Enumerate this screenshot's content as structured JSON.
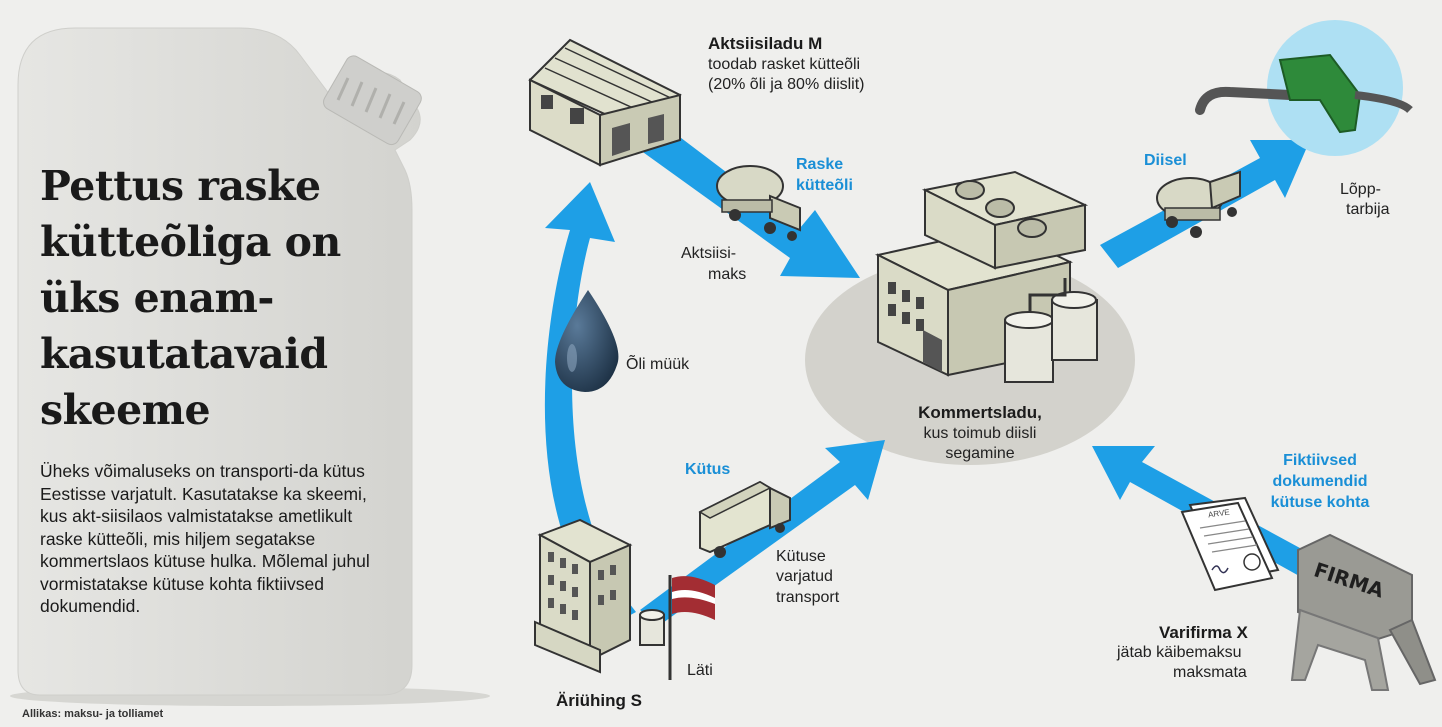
{
  "headline": "Pettus raske kütteõliga on üks enam-kasutatavaid skeeme",
  "intro": "Üheks võimaluseks on transporti-da kütus Eestisse varjatult. Kasutatakse ka skeemi, kus akt-siisilaos valmistatakse ametlikult raske kütteõli, mis hiljem segatakse kommertslaos kütuse hulka. Mõlemal juhul vormistatakse kütuse kohta fiktiivsed dokumendid.",
  "source": "Allikas: maksu- ja tolliamet",
  "nodes": {
    "warehouse_m": {
      "title": "Aktsiisiladu M",
      "line1": "toodab rasket kütteõli",
      "line2": "(20% õli ja 80% diislit)"
    },
    "commercial": {
      "line1": "Kommertsladu,",
      "line2": "kus toimub diisli",
      "line3": "segamine"
    },
    "company_s": {
      "title": "Äriühing S"
    },
    "shell_x": {
      "title": "Varifirma X",
      "line1": "jätab käibemaksu",
      "line2": "maksmata"
    },
    "consumer": {
      "line1": "Lõpp-",
      "line2": "tarbija"
    }
  },
  "flows": {
    "heavy_oil": {
      "line1": "Raske",
      "line2": "kütteõli"
    },
    "excise": {
      "line1": "Aktsiisi-",
      "line2": "maks"
    },
    "diesel": "Diisel",
    "oil_sale": "Õli müük",
    "fuel": "Kütus",
    "hidden_transport": {
      "line1": "Kütuse",
      "line2": "varjatud",
      "line3": "transport"
    },
    "fake_docs": {
      "line1": "Fiktiivsed",
      "line2": "dokumendid",
      "line3": "kütuse kohta"
    }
  },
  "props": {
    "country": "Läti",
    "invoice": "ARVE",
    "sign": "FIRMA"
  },
  "colors": {
    "arrow": "#1e9fe6",
    "blue_text": "#1a8fd6",
    "canister": "#dcdcd8",
    "ground": "#d2d1cb",
    "building": "#d9dac8"
  }
}
